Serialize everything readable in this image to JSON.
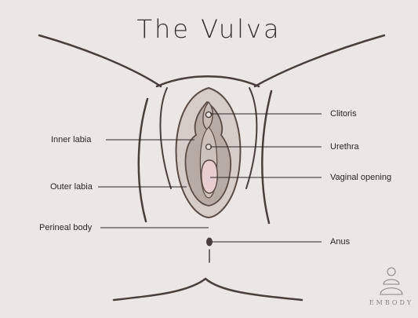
{
  "title": "The Vulva",
  "labels": {
    "clitoris": "Clitoris",
    "urethra": "Urethra",
    "vaginal_opening": "Vaginal opening",
    "anus": "Anus",
    "inner_labia": "Inner labia",
    "outer_labia": "Outer labia",
    "perineal_body": "Perineal body"
  },
  "brand": "EMBODY",
  "colors": {
    "background": "#ece7e4",
    "outline": "#5a4b44",
    "outer_labia_fill": "#cfc6c1",
    "inner_labia_fill": "#b7aba5",
    "opening_fill": "#e8cfcf",
    "text": "#2c2623"
  }
}
